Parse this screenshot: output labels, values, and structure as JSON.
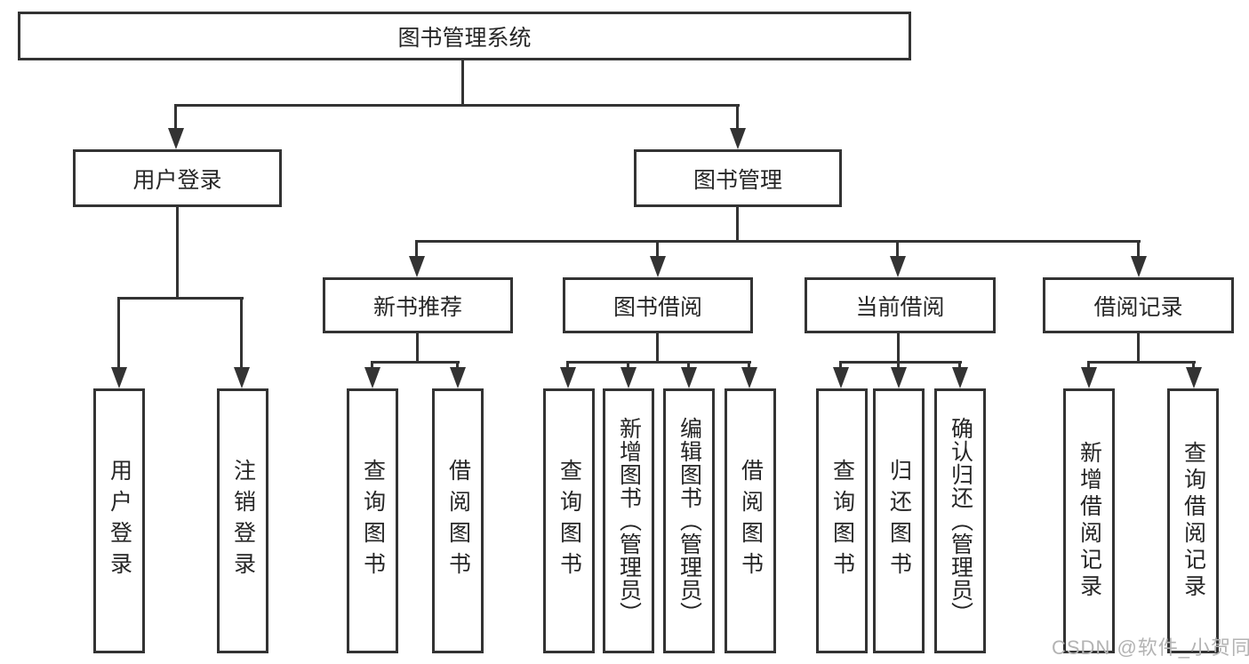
{
  "diagram": {
    "root": {
      "label": "图书管理系统"
    },
    "level2": [
      {
        "label": "用户登录"
      },
      {
        "label": "图书管理"
      }
    ],
    "level3": [
      {
        "label": "新书推荐"
      },
      {
        "label": "图书借阅"
      },
      {
        "label": "当前借阅"
      },
      {
        "label": "借阅记录"
      }
    ],
    "leaves": {
      "login": [
        {
          "label": "用户登录"
        },
        {
          "label": "注销登录"
        }
      ],
      "newbook": [
        {
          "label": "查询图书"
        },
        {
          "label": "借阅图书"
        }
      ],
      "borrow": [
        {
          "label": "查询图书"
        },
        {
          "label": "新增图书（管理员）"
        },
        {
          "label": "编辑图书（管理员）"
        },
        {
          "label": "借阅图书"
        }
      ],
      "current": [
        {
          "label": "查询图书"
        },
        {
          "label": "归还图书"
        },
        {
          "label": "确认归还（管理员）"
        }
      ],
      "records": [
        {
          "label": "新增借阅记录"
        },
        {
          "label": "查询借阅记录"
        }
      ]
    },
    "watermark": "CSDN @软件_小贺同学",
    "colors": {
      "line": "#333333",
      "border": "#333333",
      "text": "#262626",
      "watermark": "#b3b3b3",
      "background": "#ffffff"
    }
  }
}
